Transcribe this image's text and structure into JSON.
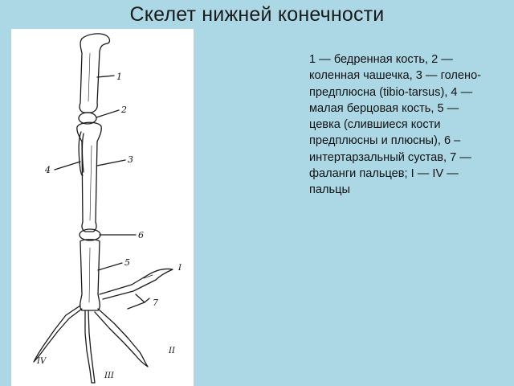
{
  "title": "Скелет нижней конечности",
  "legend": "1 — бедренная кость, 2 — коленная чашечка, 3 — голено-предплюсна (tibio-tarsus), 4 — малая берцовая кость, 5 — цевка (слившиеся кости предплюсны и плюсны), 6 – интертарзальный сустав, 7 — фаланги пальцев; I — IV — пальцы",
  "figure": {
    "number_labels": [
      "1",
      "2",
      "3",
      "4",
      "6",
      "5",
      "7"
    ],
    "toe_labels": [
      "I",
      "II",
      "III",
      "IV"
    ]
  },
  "colors": {
    "background": "#acd8e5",
    "panel": "#ffffff",
    "ink": "#111111"
  }
}
